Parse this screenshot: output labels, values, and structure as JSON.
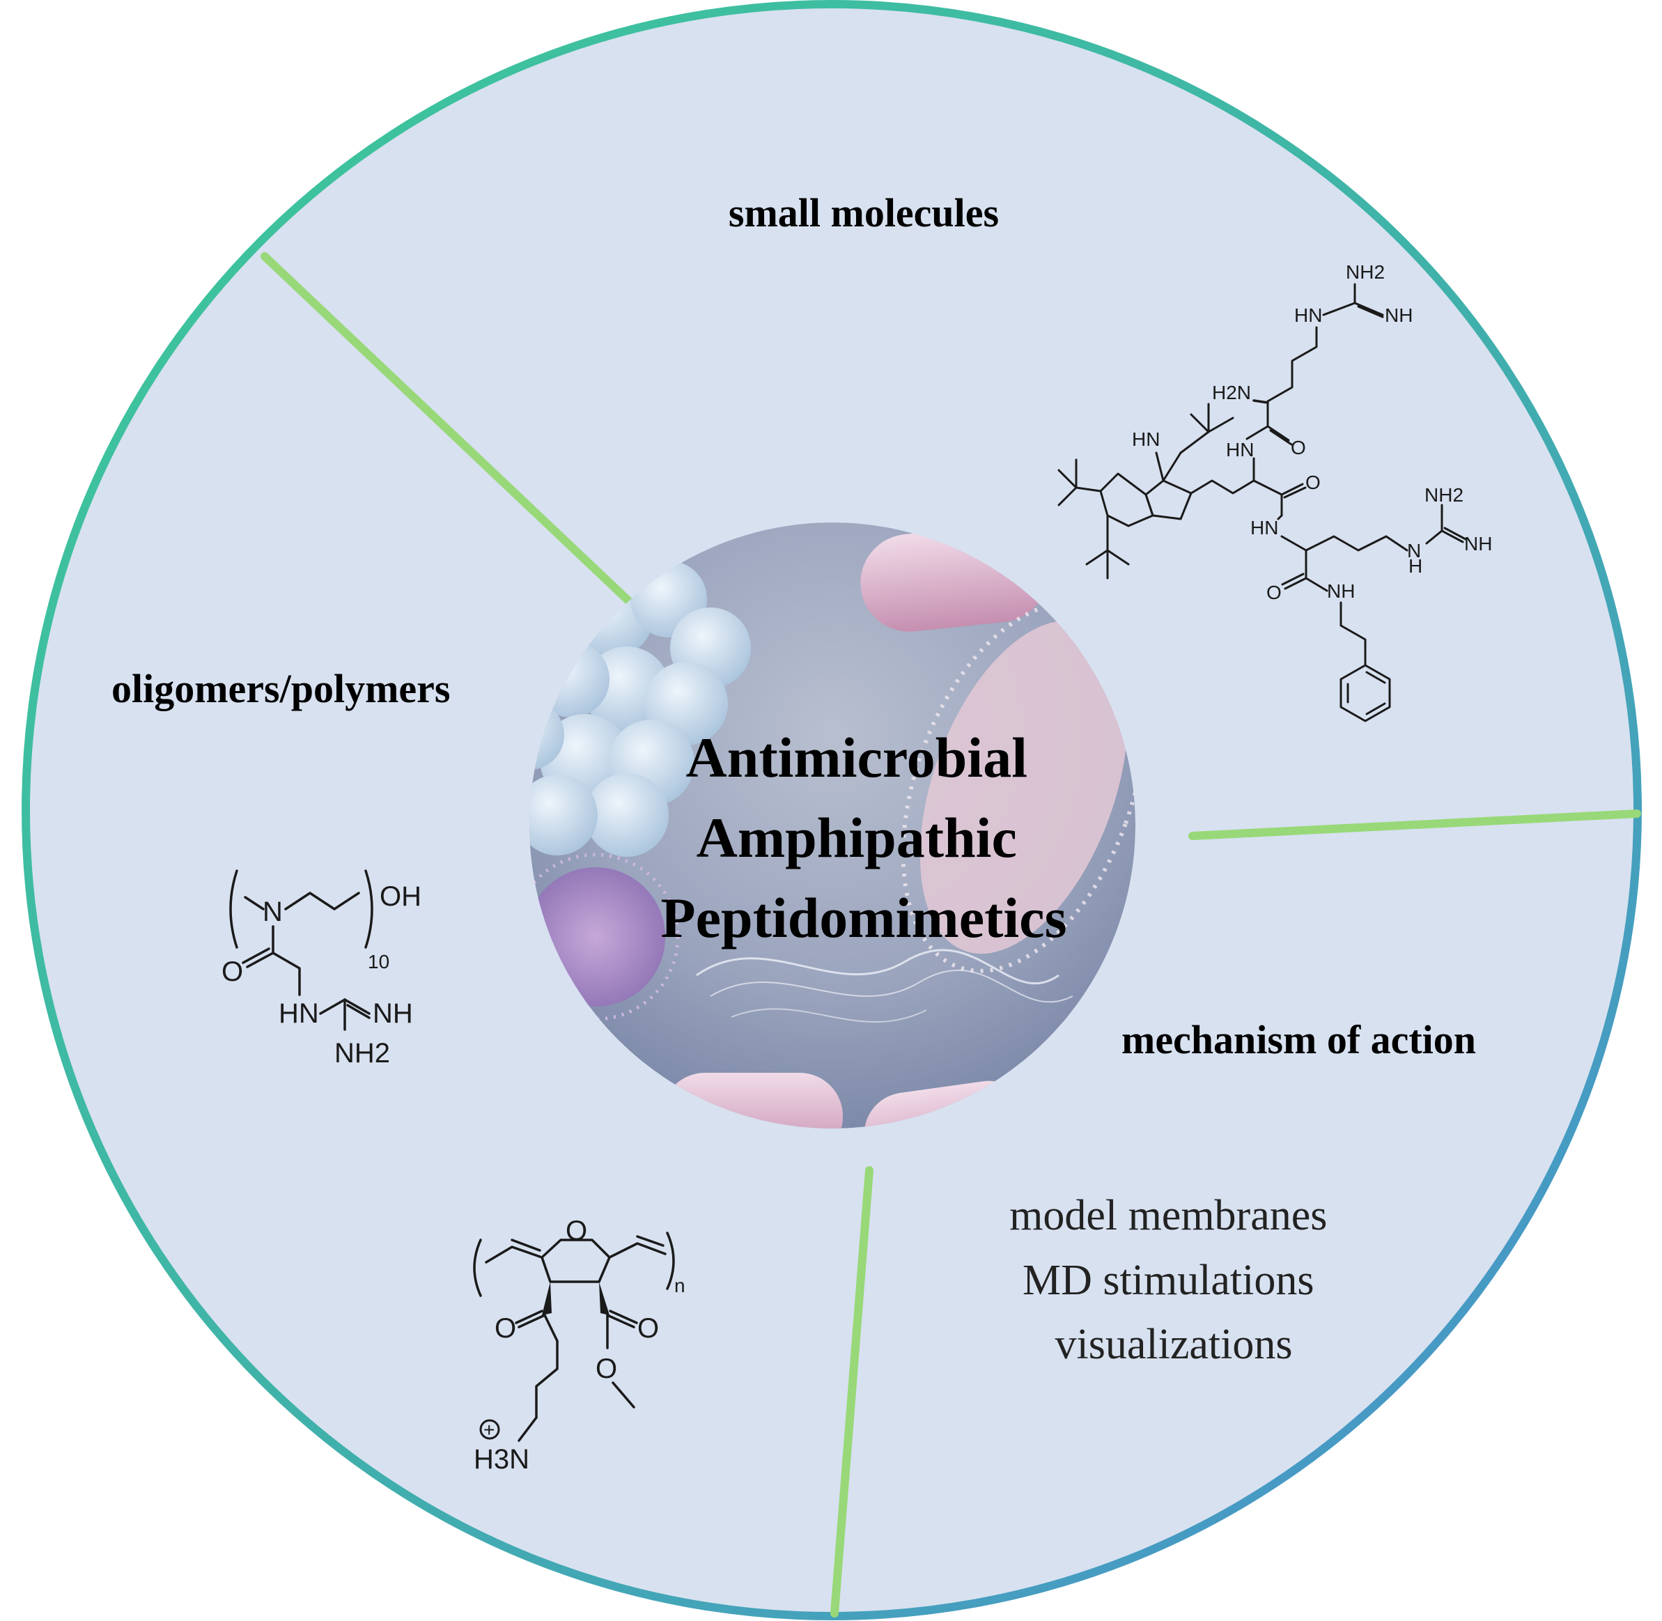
{
  "diagram": {
    "center_title_lines": [
      "Antimicrobial",
      "Amphipathic",
      "Peptidomimetics"
    ],
    "sections": {
      "top": {
        "label": "small molecules"
      },
      "left": {
        "label": "oligomers/polymers"
      },
      "right": {
        "label": "mechanism of action",
        "items": [
          "model membranes",
          "MD stimulations",
          "visualizations"
        ]
      }
    },
    "colors": {
      "ring_start": "#3ec89a",
      "ring_end": "#4a8fd0",
      "disc_fill": "#d8e1f0",
      "divider": "#98d878",
      "center_dark": "#7f8cab"
    },
    "chem_labels": {
      "small_molecule": [
        "NH2",
        "HN",
        "NH",
        "H2N",
        "HN",
        "HN",
        "O",
        "O",
        "HN",
        "NH2",
        "NH",
        "N",
        "H",
        "O",
        "NH"
      ],
      "peptoid": [
        "N",
        "OH",
        "10",
        "O",
        "HN",
        "NH",
        "NH2"
      ],
      "polymer": [
        "O",
        "n",
        "O",
        "O",
        "O",
        "H3N",
        "+"
      ]
    }
  }
}
